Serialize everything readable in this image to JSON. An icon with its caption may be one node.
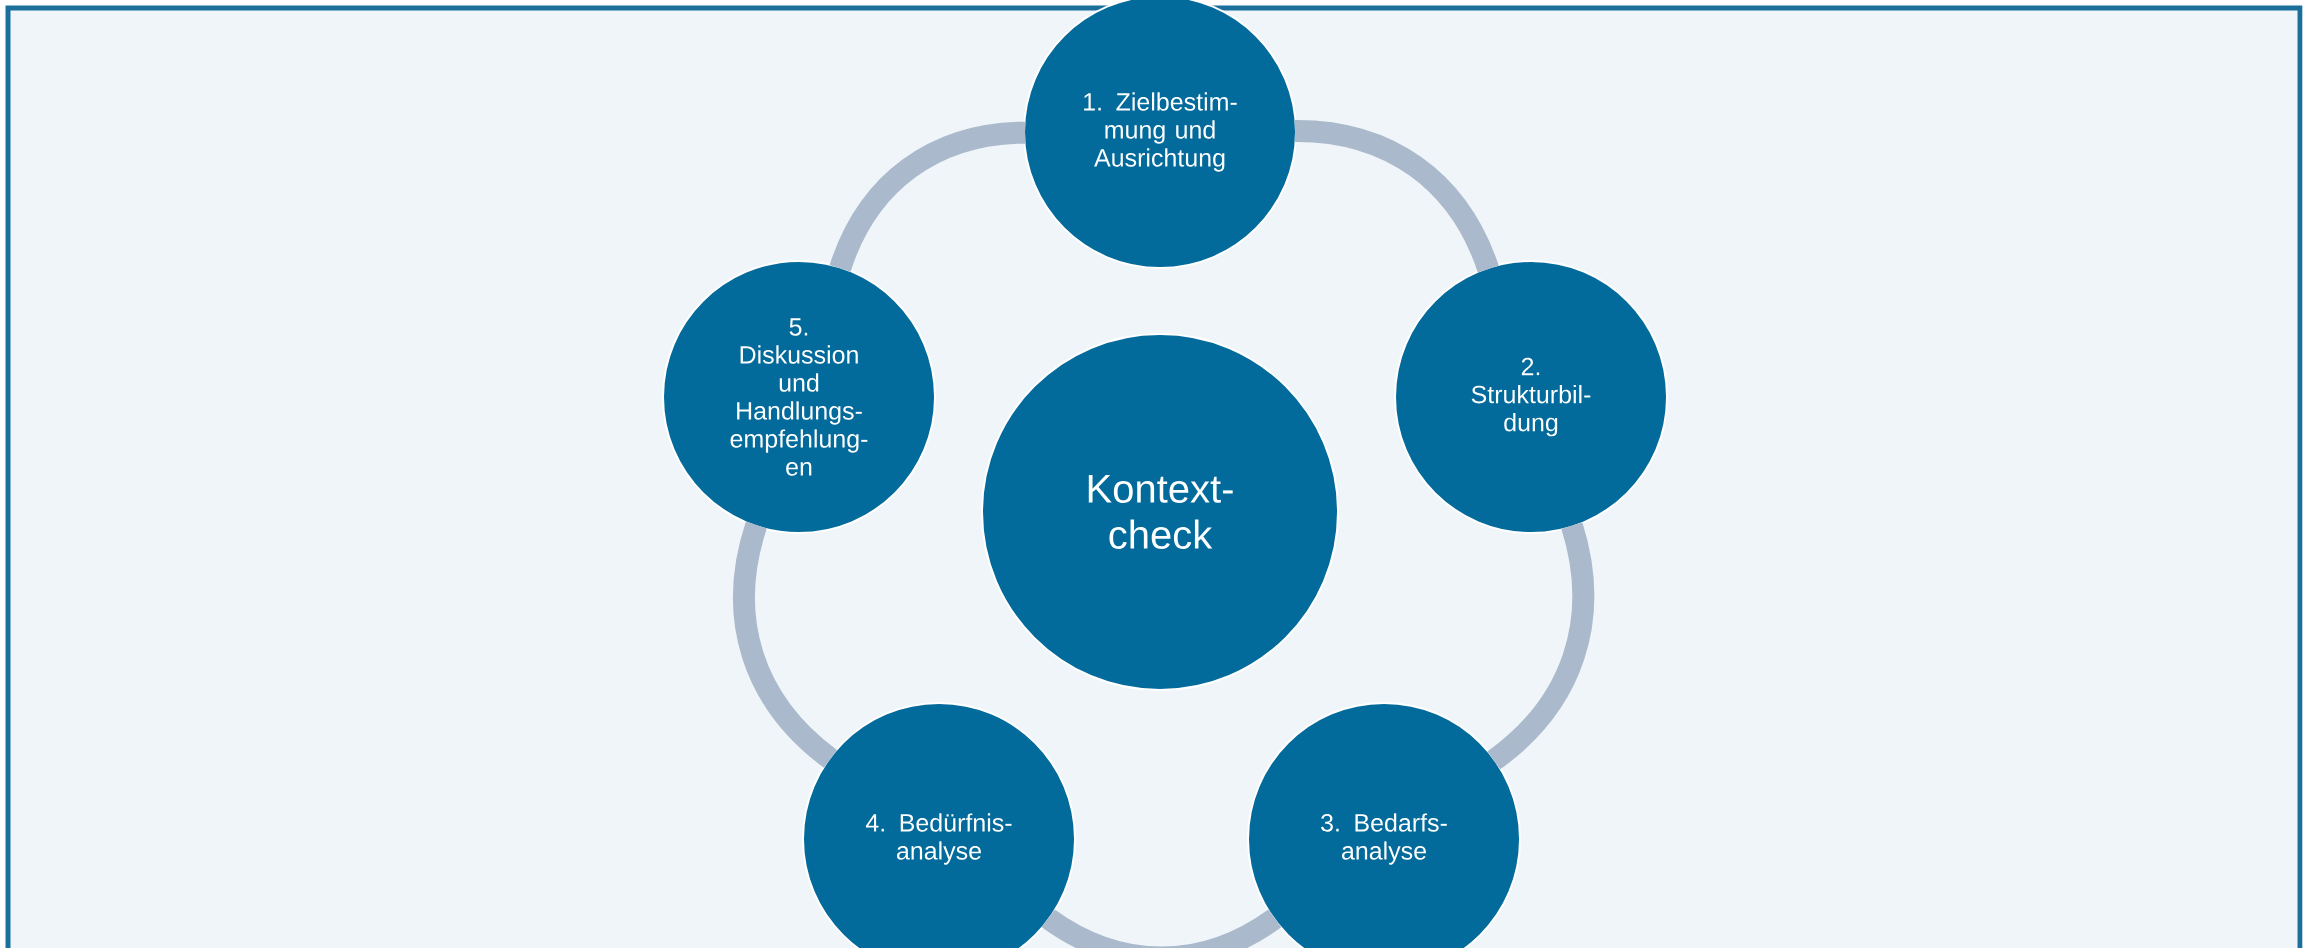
{
  "diagram": {
    "nodes": [
      {
        "text": [
          "1. Zielbestim- mung und Ausrichtung"
        ]
      },
      {
        "text": [
          "2. Strukturbil- dung"
        ]
      },
      {
        "text": [
          "3. Bedarfs- analyse"
        ]
      },
      {
        "text": [
          "4. Bedürfnis- analyse"
        ]
      },
      {
        "text": [
          "5. Diskussion und Handlungs- empfehlung- en"
        ]
      },
      {
        "text": [
          "Kontext- check"
        ]
      }
    ],
    "edges": [
      {
        "from": 0,
        "to": 1,
        "arrow": "none"
      },
      {
        "from": 1,
        "to": 2,
        "arrow": "none"
      },
      {
        "from": 2,
        "to": 3,
        "arrow": "none"
      },
      {
        "from": 3,
        "to": 4,
        "arrow": "none"
      },
      {
        "from": 4,
        "to": 0,
        "arrow": "none"
      }
    ]
  }
}
